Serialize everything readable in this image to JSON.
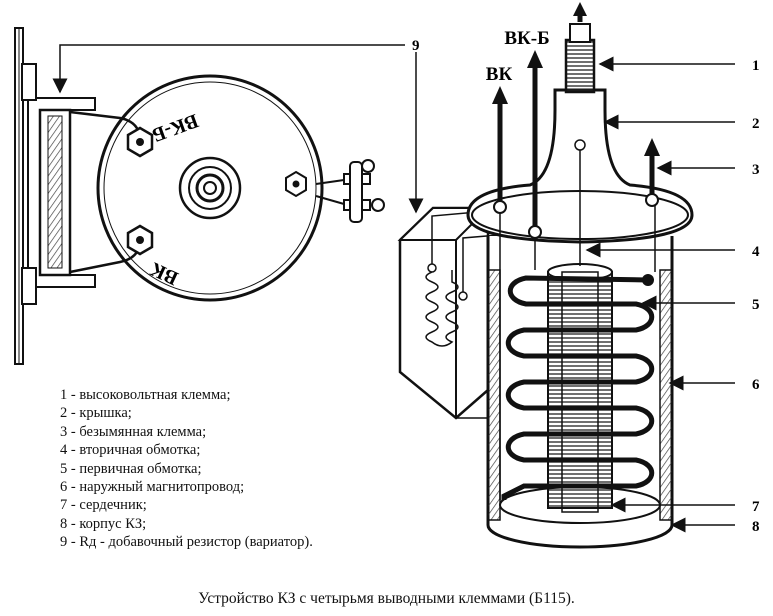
{
  "left_view": {
    "cap_label_top": "ВК-Б",
    "cap_label_bottom": "ВК"
  },
  "terminals": {
    "vk": "ВК",
    "vk_b": "ВК-Б"
  },
  "callouts": [
    "1",
    "2",
    "3",
    "4",
    "5",
    "6",
    "7",
    "8",
    "9"
  ],
  "legend": [
    "1 - высоковольтная клемма;",
    "2 - крышка;",
    "3 - безымянная клемма;",
    "4 - вторичная обмотка;",
    "5 - первичная обмотка;",
    "6 - наружный магнитопровод;",
    "7 - сердечник;",
    "8 - корпус КЗ;",
    "9 - Rд - добавочный резистор (вариатор)."
  ],
  "caption": "Устройство КЗ с четырьмя выводными клеммами (Б115)."
}
